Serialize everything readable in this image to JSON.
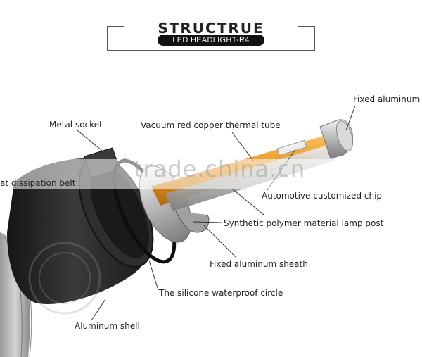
{
  "header": {
    "title": "STRUCTRUE",
    "subtitle": "LED HEADLIGHT-R4"
  },
  "labels": {
    "fixed_aluminum": "Fixed aluminum",
    "metal_socket": "Metal socket",
    "vacuum_tube": "Vacuum red copper thermal tube",
    "heat_dissipation": "at dissipation belt",
    "automotive_chip": "Automotive customized chip",
    "lamp_post": "Synthetic polymer material lamp post",
    "aluminum_sheath": "Fixed aluminum sheath",
    "waterproof_circle": "The silicone waterproof circle",
    "aluminum_shell": "Aluminum shell"
  },
  "watermark": "trade.china.cn",
  "colors": {
    "body_dark": "#2b2b2b",
    "copper_tube": "#f0a030",
    "aluminum": "#c9c9c9",
    "pill_bg": "#111111"
  }
}
